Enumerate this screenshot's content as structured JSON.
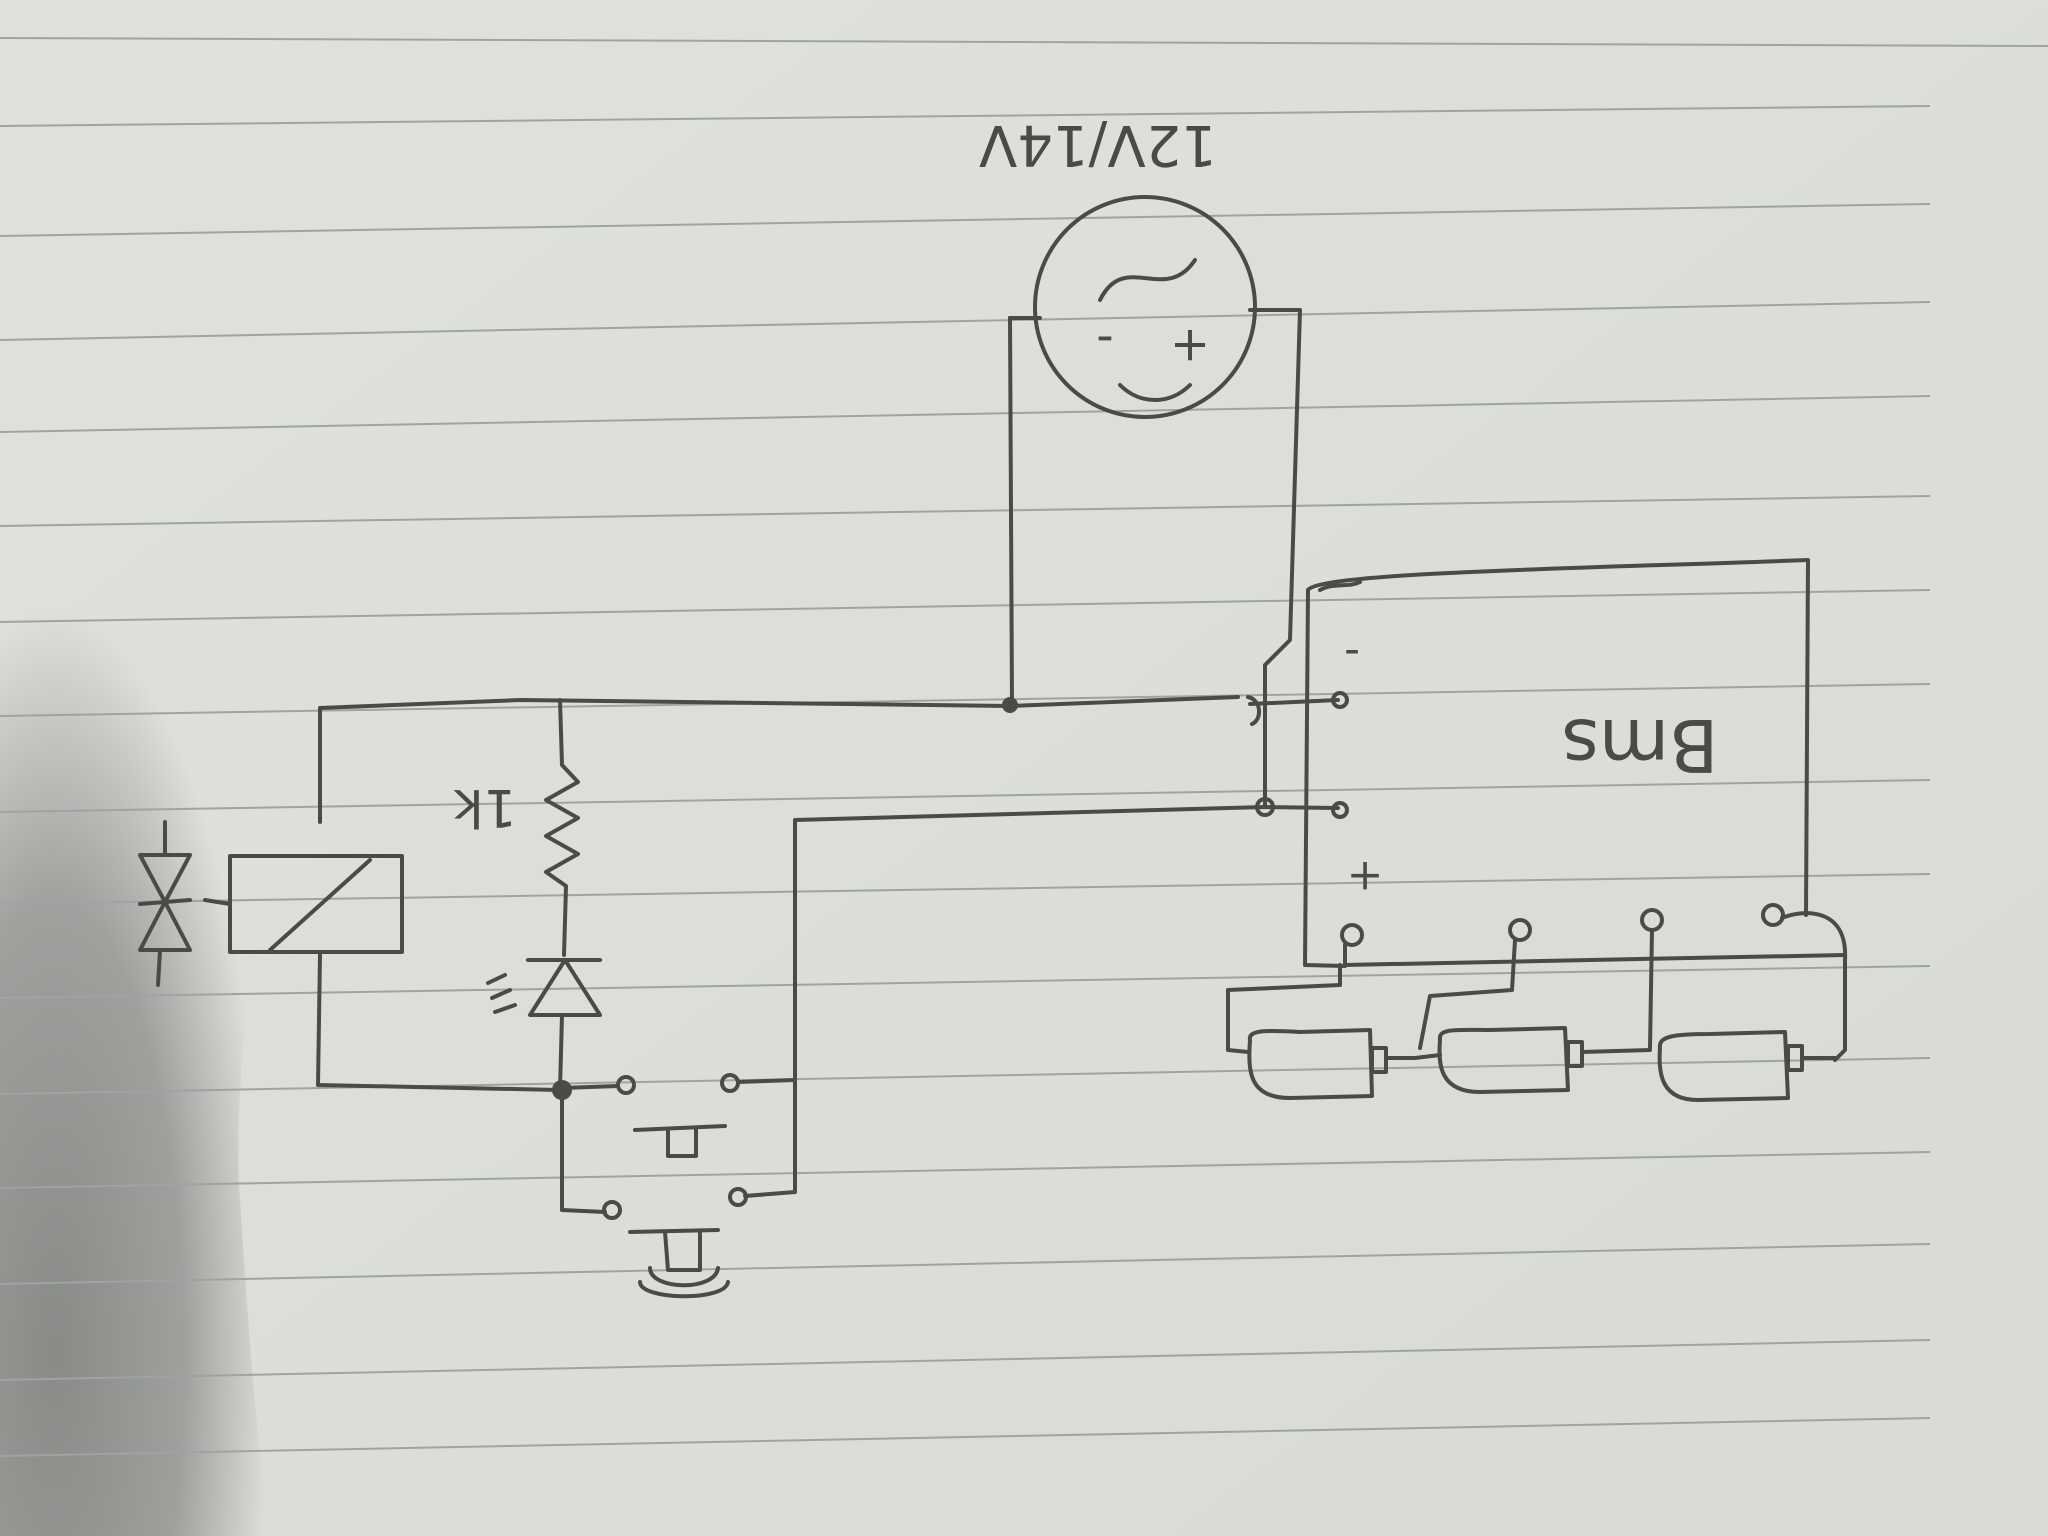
{
  "diagram": {
    "supply_label": "12V/14V",
    "supply_plus": "+",
    "supply_minus": "-",
    "bms_label": "Bms",
    "bms_plus": "+",
    "bms_minus": "-",
    "resistor_label": "1k"
  },
  "colors": {
    "paper": "#e3e4e0",
    "ink": "#4a4a48",
    "rule": "#9fa3a6",
    "shadow": "#7b7d7a"
  }
}
